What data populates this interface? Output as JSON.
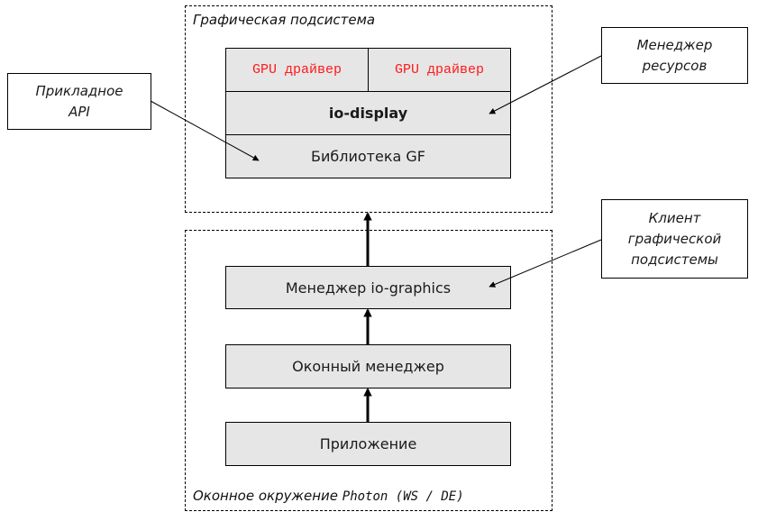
{
  "graphics_subsystem": {
    "label": "Графическая подсистема",
    "blocks": {
      "gpu_driver_1": "GPU драйвер",
      "gpu_driver_2": "GPU драйвер",
      "io_display": "io-display",
      "gf_library": "Библиотека GF"
    },
    "colors": {
      "gpu_driver_text": "#ff1a1a",
      "block_fill": "#e6e6e6"
    }
  },
  "photon_environment": {
    "label_prefix": "Оконное окружение ",
    "label_mono": "Photon (WS / DE)",
    "blocks": {
      "io_graphics_manager": "Менеджер io-graphics",
      "window_manager": "Оконный менеджер",
      "application": "Приложение"
    }
  },
  "callouts": {
    "app_api": {
      "lines": [
        "Прикладное",
        "API"
      ],
      "points_to": "Библиотека GF"
    },
    "resource_manager": {
      "lines": [
        "Менеджер",
        "ресурсов"
      ],
      "points_to": "io-display"
    },
    "graphics_client": {
      "lines": [
        "Клиент",
        "графической",
        "подсистемы"
      ],
      "points_to": "Менеджер io-graphics"
    }
  },
  "flow": [
    {
      "from": "Приложение",
      "to": "Оконный менеджер"
    },
    {
      "from": "Оконный менеджер",
      "to": "Менеджер io-graphics"
    },
    {
      "from": "Менеджер io-graphics",
      "to": "Графическая подсистема"
    }
  ]
}
